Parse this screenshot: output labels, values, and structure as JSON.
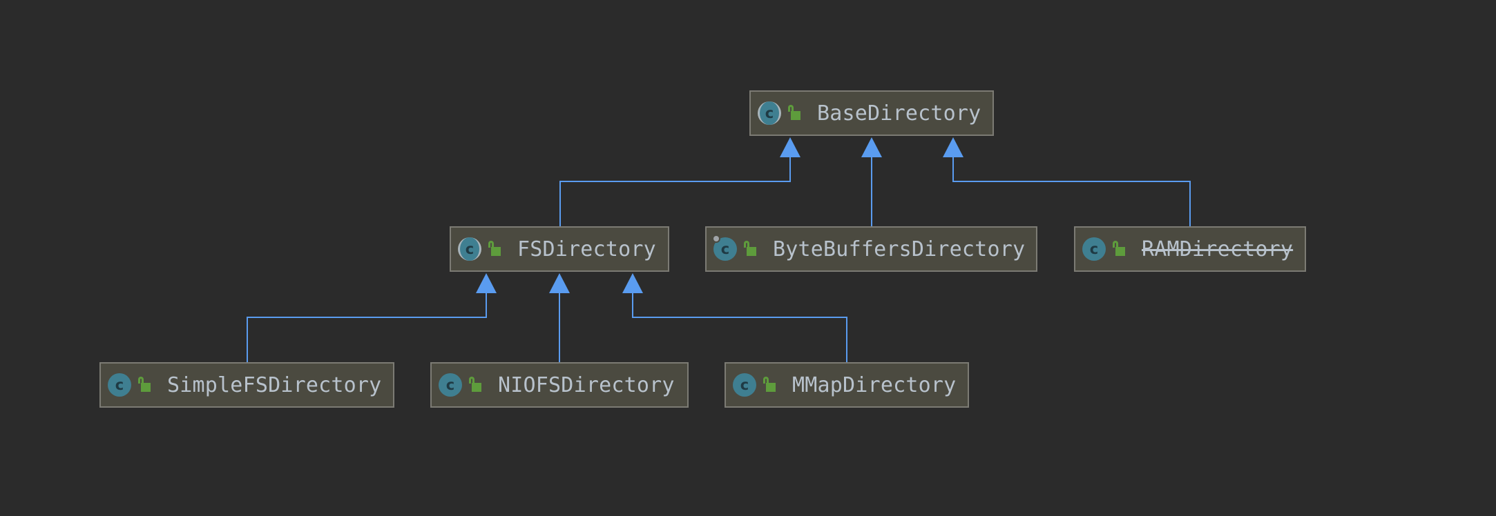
{
  "theme": {
    "background": "#2b2b2b",
    "edge_color": "#5a9cf0",
    "node_fill": "#4b4a40",
    "node_border": "#7c7b74",
    "label_color": "#b8c2cc",
    "class_icon_color": "#3f7f91",
    "access_icon_color": "#5e9c3c"
  },
  "nodes": [
    {
      "id": "base",
      "label": "BaseDirectory",
      "kind": "abstract-class",
      "icon": "class-icon",
      "access_icon": "public-lock-icon",
      "deprecated": false
    },
    {
      "id": "fs",
      "label": "FSDirectory",
      "kind": "abstract-class",
      "icon": "class-icon",
      "access_icon": "public-lock-icon",
      "deprecated": false
    },
    {
      "id": "bytebuffers",
      "label": "ByteBuffersDirectory",
      "kind": "final-class",
      "icon": "class-icon",
      "access_icon": "public-lock-icon",
      "deprecated": false
    },
    {
      "id": "ram",
      "label": "RAMDirectory",
      "kind": "class",
      "icon": "class-icon",
      "access_icon": "public-lock-icon",
      "deprecated": true
    },
    {
      "id": "simplefs",
      "label": "SimpleFSDirectory",
      "kind": "class",
      "icon": "class-icon",
      "access_icon": "public-lock-icon",
      "deprecated": false
    },
    {
      "id": "niofs",
      "label": "NIOFSDirectory",
      "kind": "class",
      "icon": "class-icon",
      "access_icon": "public-lock-icon",
      "deprecated": false
    },
    {
      "id": "mmap",
      "label": "MMapDirectory",
      "kind": "class",
      "icon": "class-icon",
      "access_icon": "public-lock-icon",
      "deprecated": false
    }
  ],
  "edges": [
    {
      "from": "fs",
      "to": "base",
      "type": "extends"
    },
    {
      "from": "bytebuffers",
      "to": "base",
      "type": "extends"
    },
    {
      "from": "ram",
      "to": "base",
      "type": "extends"
    },
    {
      "from": "simplefs",
      "to": "fs",
      "type": "extends"
    },
    {
      "from": "niofs",
      "to": "fs",
      "type": "extends"
    },
    {
      "from": "mmap",
      "to": "fs",
      "type": "extends"
    }
  ]
}
